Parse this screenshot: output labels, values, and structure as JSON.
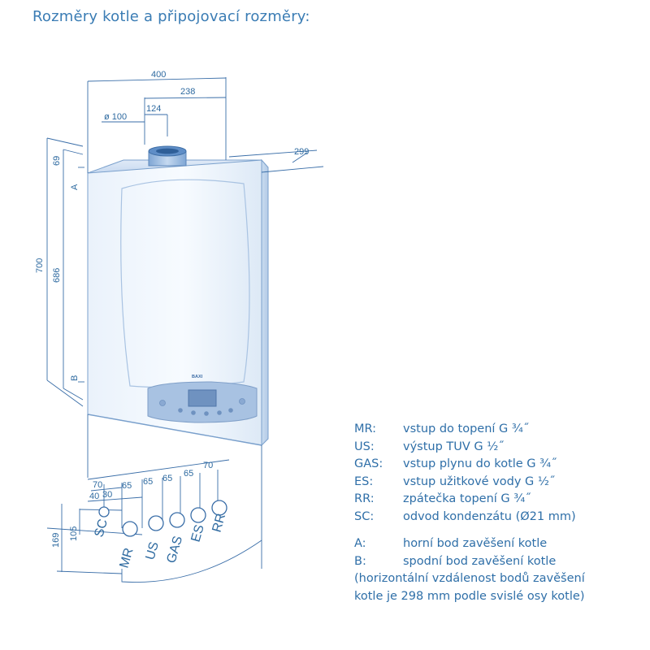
{
  "title": "Rozměry kotle a připojovací rozměry:",
  "dimensions": {
    "width": "400",
    "offset_right": "238",
    "flue_offset": "124",
    "flue_diameter": "ø 100",
    "depth": "299",
    "top_to_a": "69",
    "height_total": "700",
    "height_hangers": "686",
    "bottom_spacing": [
      "70",
      "65",
      "65",
      "65",
      "65",
      "70"
    ],
    "sc_offsets": [
      "40",
      "30"
    ],
    "depth_front": "105",
    "depth_back": "169"
  },
  "markers": {
    "a": "A",
    "b": "B"
  },
  "connections": [
    "SC",
    "MR",
    "US",
    "GAS",
    "ES",
    "RR"
  ],
  "brand": "BAXI",
  "legend": [
    {
      "key": "MR:",
      "text": "vstup do topení G ¾˝"
    },
    {
      "key": "US:",
      "text": "výstup TUV G ½˝"
    },
    {
      "key": "GAS:",
      "text": "vstup plynu do kotle G ¾˝"
    },
    {
      "key": "ES:",
      "text": "vstup užitkové vody G ½˝"
    },
    {
      "key": "RR:",
      "text": "zpátečka topení G ¾˝"
    },
    {
      "key": "SC:",
      "text": "odvod kondenzátu (Ø21 mm)"
    }
  ],
  "points": [
    {
      "key": "A:",
      "text": "horní bod zavěšení kotle"
    },
    {
      "key": "B:",
      "text": "spodní bod zavěšení kotle"
    }
  ],
  "note_lines": [
    "(horizontální vzdálenost bodů zavěšení",
    "kotle je 298 mm podle svislé osy kotle)"
  ]
}
